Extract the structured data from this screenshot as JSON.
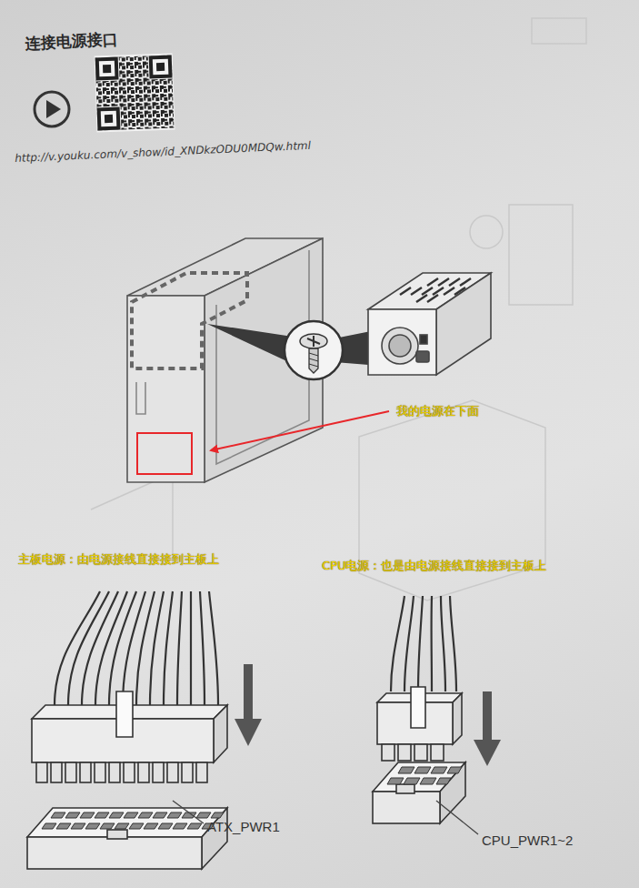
{
  "diagram": {
    "title": "连接电源接口",
    "labels": [
      "http://v.youku.com/v_show/id_XNDkzODU0MDQw.html",
      "我的电源在下面",
      "主板电源：由电源接线直接接到主板上",
      "CPU电源：也是由电源接线直接接到主板上",
      "ATX_PWR1",
      "CPU_PWR1~2"
    ]
  }
}
